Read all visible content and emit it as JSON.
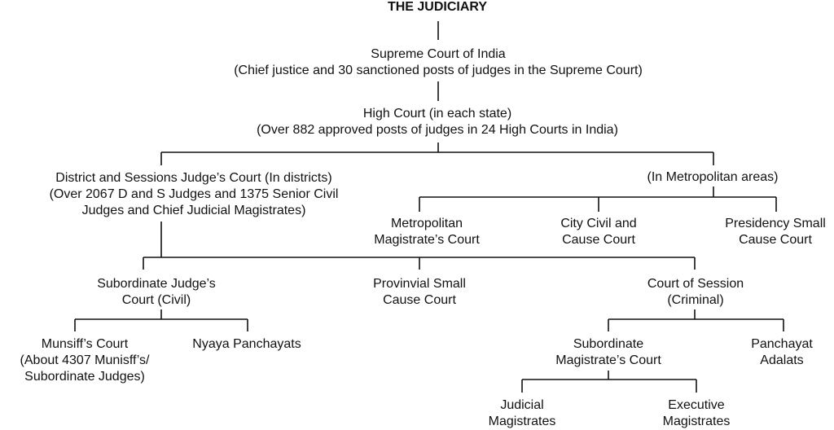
{
  "title": "THE JUDICIARY",
  "nodes": {
    "supreme": [
      "Supreme Court of India",
      "(Chief justice and 30 sanctioned posts of judges in the Supreme Court)"
    ],
    "high": [
      "High Court (in each state)",
      "(Over 882 approved posts of judges in 24 High Courts in India)"
    ],
    "district": [
      "District and Sessions Judge’s Court (In districts)",
      "(Over 2067 D and S Judges and 1375 Senior Civil",
      "Judges and Chief Judicial Magistrates)"
    ],
    "metro_areas": [
      "(In Metropolitan areas)"
    ],
    "metro_mag": [
      "Metropolitan",
      "Magistrate’s Court"
    ],
    "city_civil": [
      "City Civil and",
      "Cause Court"
    ],
    "presidency": [
      "Presidency Small",
      "Cause Court"
    ],
    "subordinate_judge": [
      "Subordinate Judge’s",
      "Court (Civil)"
    ],
    "provinvial": [
      "Provinvial Small",
      "Cause Court"
    ],
    "session": [
      "Court of Session",
      "(Criminal)"
    ],
    "munsiff": [
      "Munsiff’s Court",
      "(About 4307 Munisff’s/",
      "Subordinate Judges)"
    ],
    "nyaya": [
      "Nyaya Panchayats"
    ],
    "sub_mag": [
      "Subordinate",
      "Magistrate’s Court"
    ],
    "panchayat": [
      "Panchayat",
      "Adalats"
    ],
    "judicial": [
      "Judicial",
      "Magistrates"
    ],
    "executive": [
      "Executive",
      "Magistrates"
    ]
  },
  "colors": {
    "line": "#111111",
    "text": "#111111",
    "background": "#ffffff"
  }
}
